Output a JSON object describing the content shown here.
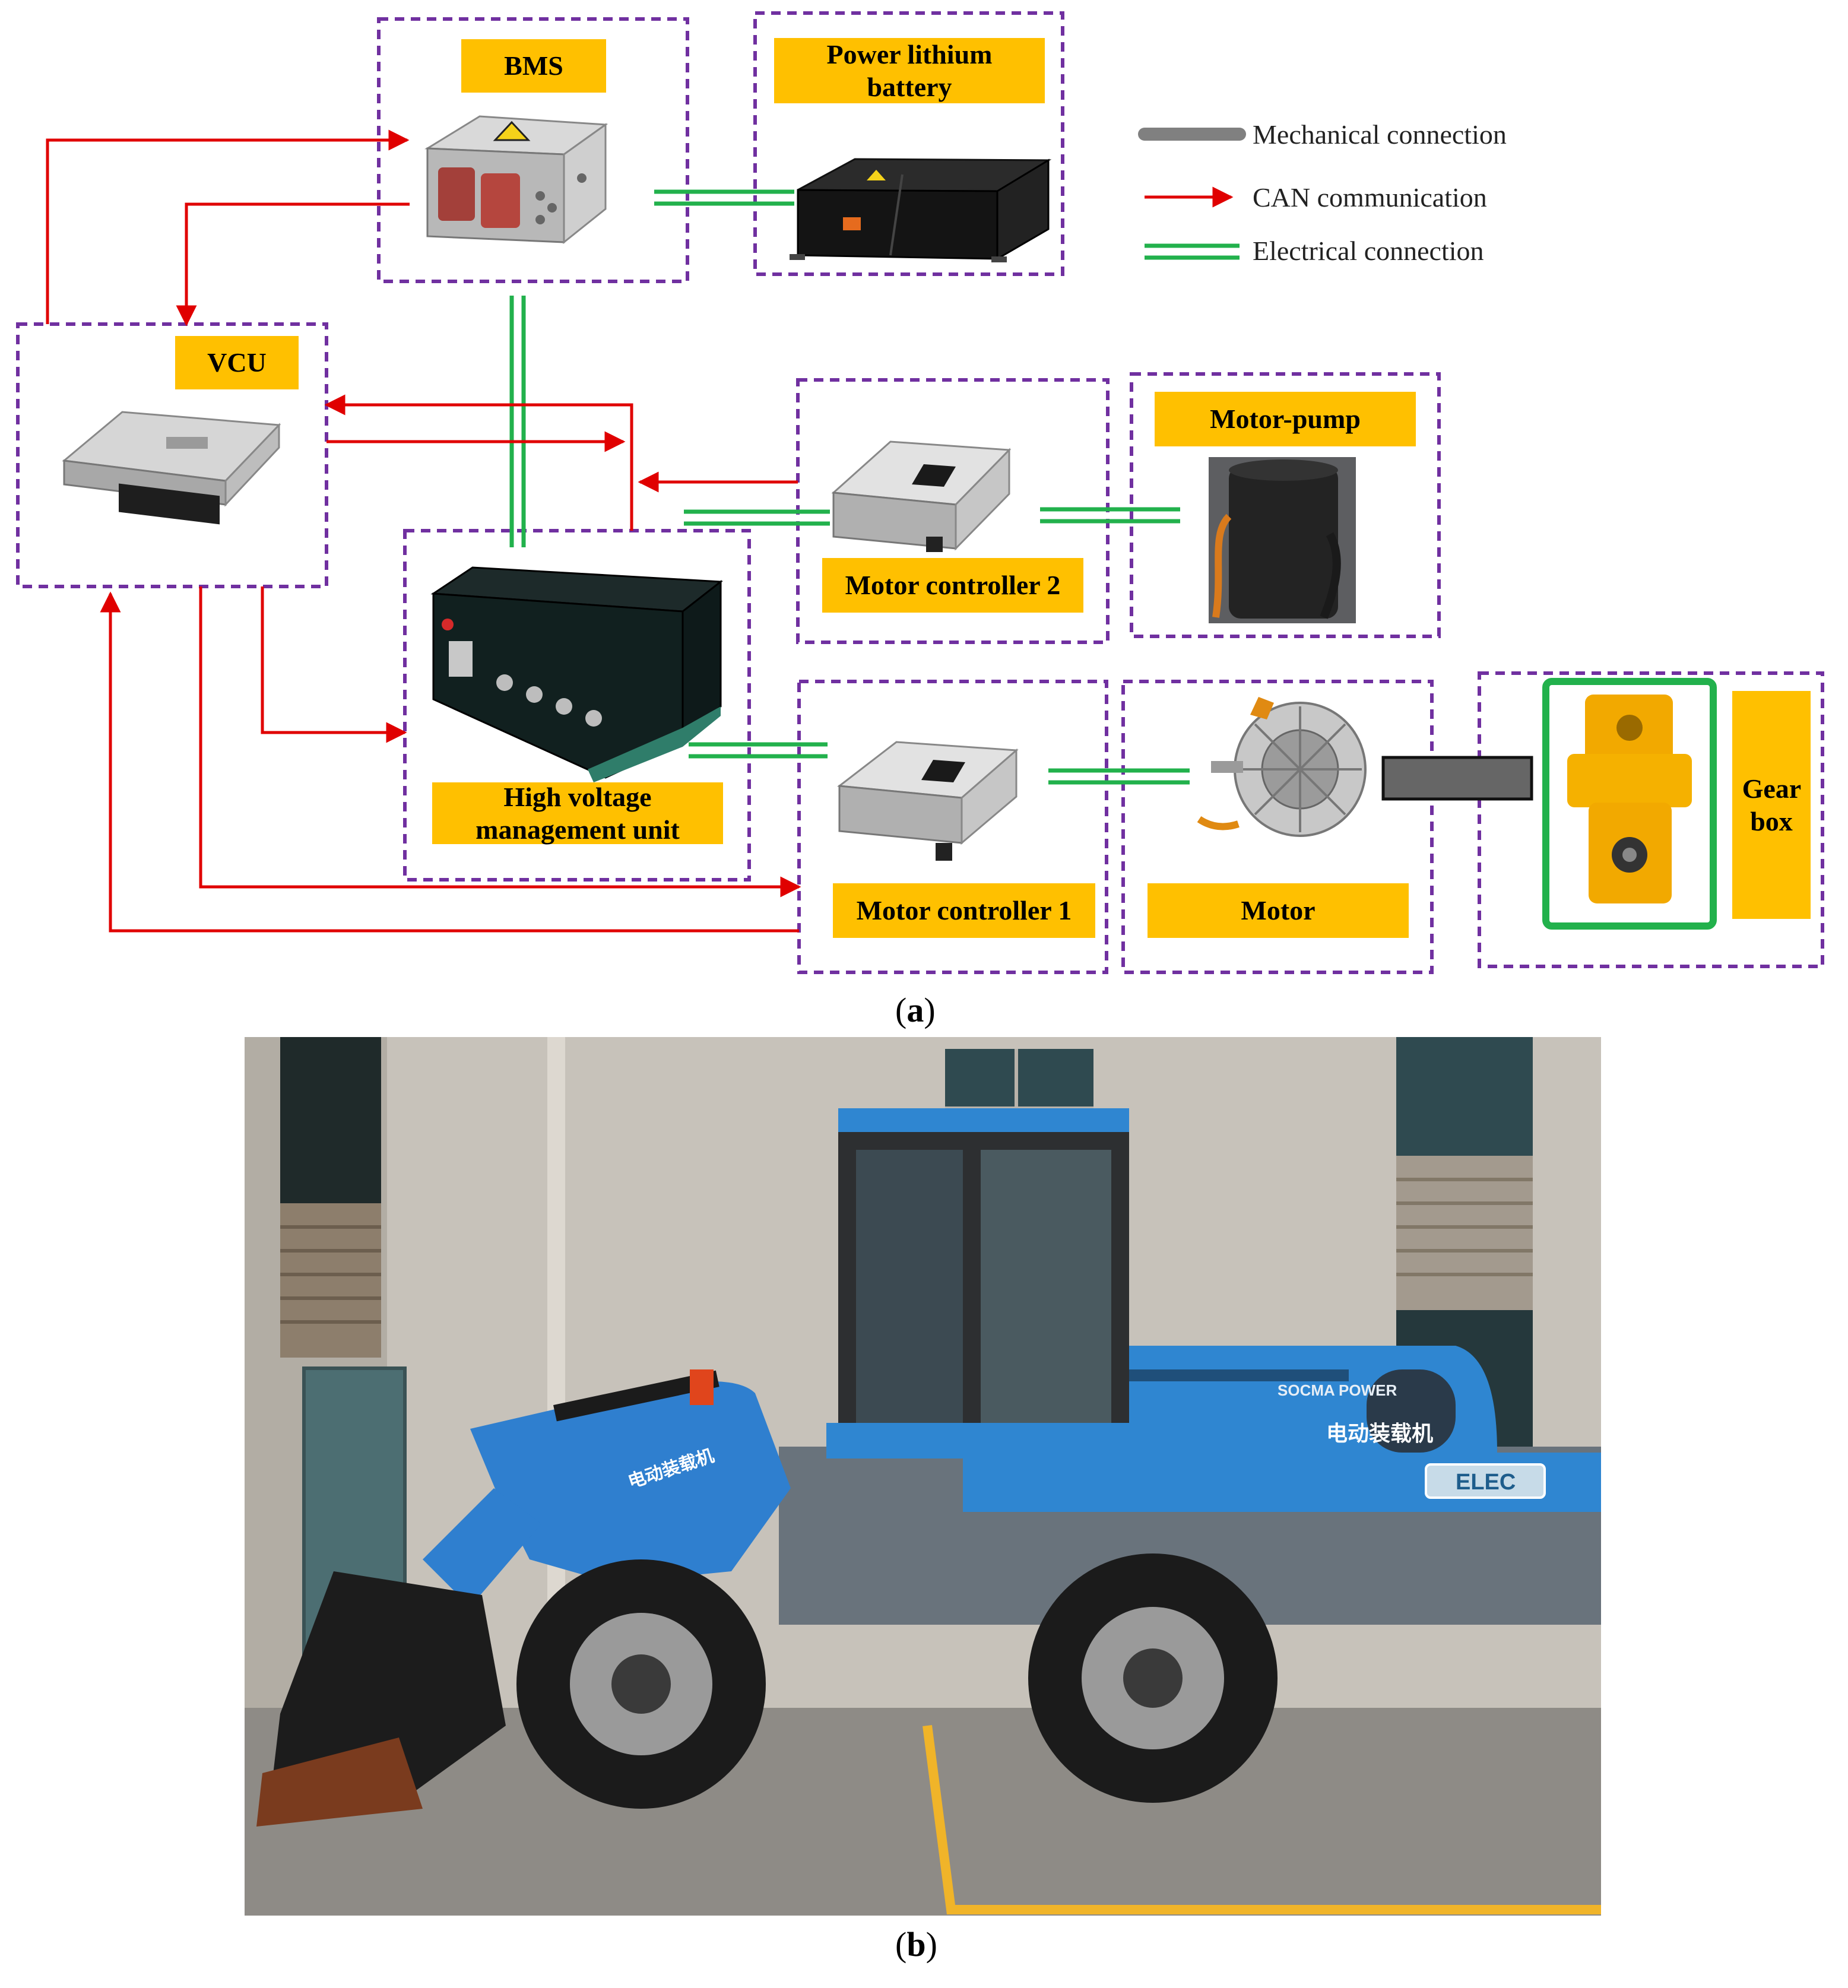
{
  "diagram": {
    "labels": {
      "bms": "BMS",
      "battery": "Power lithium battery",
      "vcu": "VCU",
      "motor_pump": "Motor-pump",
      "motor_controller_2": "Motor controller 2",
      "hvmu": "High voltage management unit",
      "motor_controller_1": "Motor controller 1",
      "motor": "Motor",
      "gearbox": "Gear box"
    },
    "legend": {
      "mechanical": "Mechanical connection",
      "can": "CAN communication",
      "electrical": "Electrical connection"
    },
    "colors": {
      "label_fill": "#ffc000",
      "box_border": "#7030a0",
      "can_arrow": "#e00000",
      "electrical": "#22b14c",
      "mechanical": "#808080"
    }
  },
  "photo": {
    "cab_text": "SOCMA POWER",
    "side_text": "电动装载机",
    "arm_text": "电动装载机",
    "logo_text": "ELEC"
  },
  "captions": {
    "a": "a",
    "b": "b"
  }
}
